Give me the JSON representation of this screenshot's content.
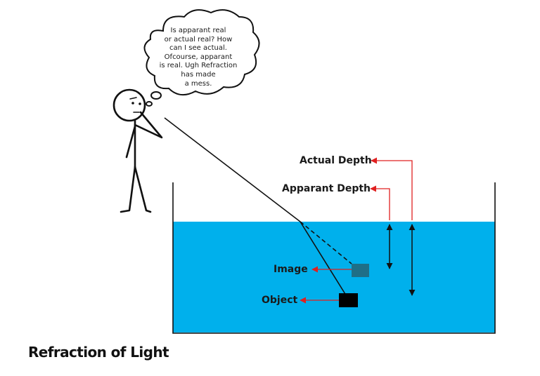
{
  "thought_bubble": {
    "lines": [
      "Is apparant real",
      "or actual real? How",
      "can I see actual.",
      "Ofcourse, apparant",
      "is real.  Ugh Refraction",
      "has made",
      "a mess."
    ]
  },
  "labels": {
    "actual_depth": "Actual Depth",
    "apparent_depth": "Apparant Depth",
    "image": "Image",
    "object": "Object"
  },
  "caption": "Refraction of Light",
  "colors": {
    "water": "#00b0ec",
    "arrow_red": "#e02020",
    "image_block": "#1f6f87",
    "object_block": "#000000",
    "ink": "#111111"
  },
  "icons": [
    "stick-figure-icon",
    "thought-bubble-icon"
  ]
}
